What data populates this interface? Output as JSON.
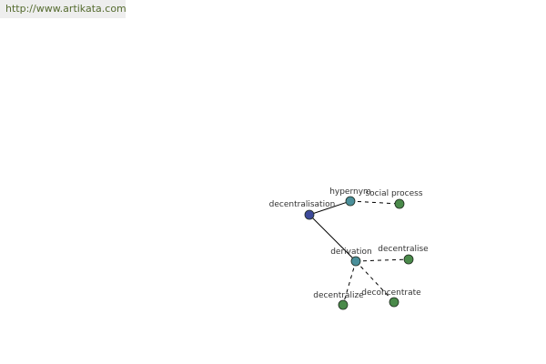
{
  "header": {
    "url_text": "http://www.artikata.com"
  },
  "graph": {
    "nodes": [
      {
        "id": "decentralisation",
        "label": "decentralisation",
        "kind": "root"
      },
      {
        "id": "hypernym",
        "label": "hypernym",
        "kind": "relation"
      },
      {
        "id": "social-process",
        "label": "social process",
        "kind": "term"
      },
      {
        "id": "derivation",
        "label": "derivation",
        "kind": "relation"
      },
      {
        "id": "decentralise",
        "label": "decentralise",
        "kind": "term"
      },
      {
        "id": "decentralize",
        "label": "decentralize",
        "kind": "term"
      },
      {
        "id": "deconcentrate",
        "label": "deconcentrate",
        "kind": "term"
      }
    ],
    "edges": [
      {
        "from": "decentralisation",
        "to": "hypernym",
        "style": "solid"
      },
      {
        "from": "decentralisation",
        "to": "derivation",
        "style": "solid"
      },
      {
        "from": "hypernym",
        "to": "social-process",
        "style": "dashed"
      },
      {
        "from": "derivation",
        "to": "decentralise",
        "style": "dashed"
      },
      {
        "from": "derivation",
        "to": "decentralize",
        "style": "dashed"
      },
      {
        "from": "derivation",
        "to": "deconcentrate",
        "style": "dashed"
      }
    ],
    "colors": {
      "root": "#3d4a9a",
      "relation": "#4a8f9a",
      "term": "#4a8a4a",
      "edge": "#000000",
      "label": "#333333"
    }
  }
}
